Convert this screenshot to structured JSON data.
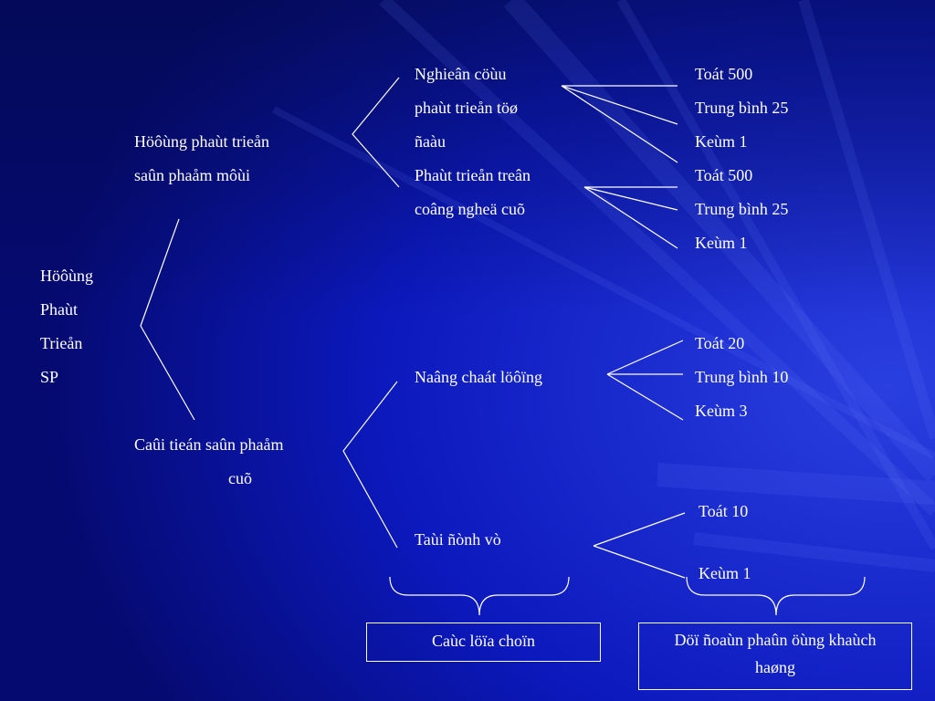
{
  "root": {
    "lines": [
      "Höôùng",
      "Phaùt",
      "Trieån",
      "SP"
    ]
  },
  "branch_new": {
    "lines": [
      "Höôùng phaùt trieån",
      "saûn phaåm môùi"
    ]
  },
  "branch_improve": {
    "lines": [
      "Caûi tieán saûn phaåm",
      "cuõ"
    ]
  },
  "sub": {
    "research_lines": [
      "Nghieân cöùu",
      "phaùt trieån töø",
      "ñaàu"
    ],
    "tech_lines": [
      "Phaùt trieån treân",
      "coâng ngheä cuõ"
    ],
    "quality": "Naâng chaát löôïng",
    "reposition": "Taùi ñònh vò"
  },
  "leaves": {
    "research": [
      "Toát 500",
      "Trung bình 25",
      "Keùm 1"
    ],
    "tech": [
      "Toát 500",
      "Trung bình 25",
      "Keùm 1"
    ],
    "quality": [
      "Toát 20",
      "Trung bình 10",
      "Keùm 3"
    ],
    "reposition": [
      "Toát 10",
      "Keùm 1"
    ]
  },
  "boxes": {
    "choices": "Caùc löïa choïn",
    "customer_lines": [
      "Döï ñoaùn phaûn öùng khaùch",
      "haøng"
    ]
  },
  "colors": {
    "background": "#0a15b4",
    "text": "#ffffff",
    "lines": "#ffffff"
  }
}
